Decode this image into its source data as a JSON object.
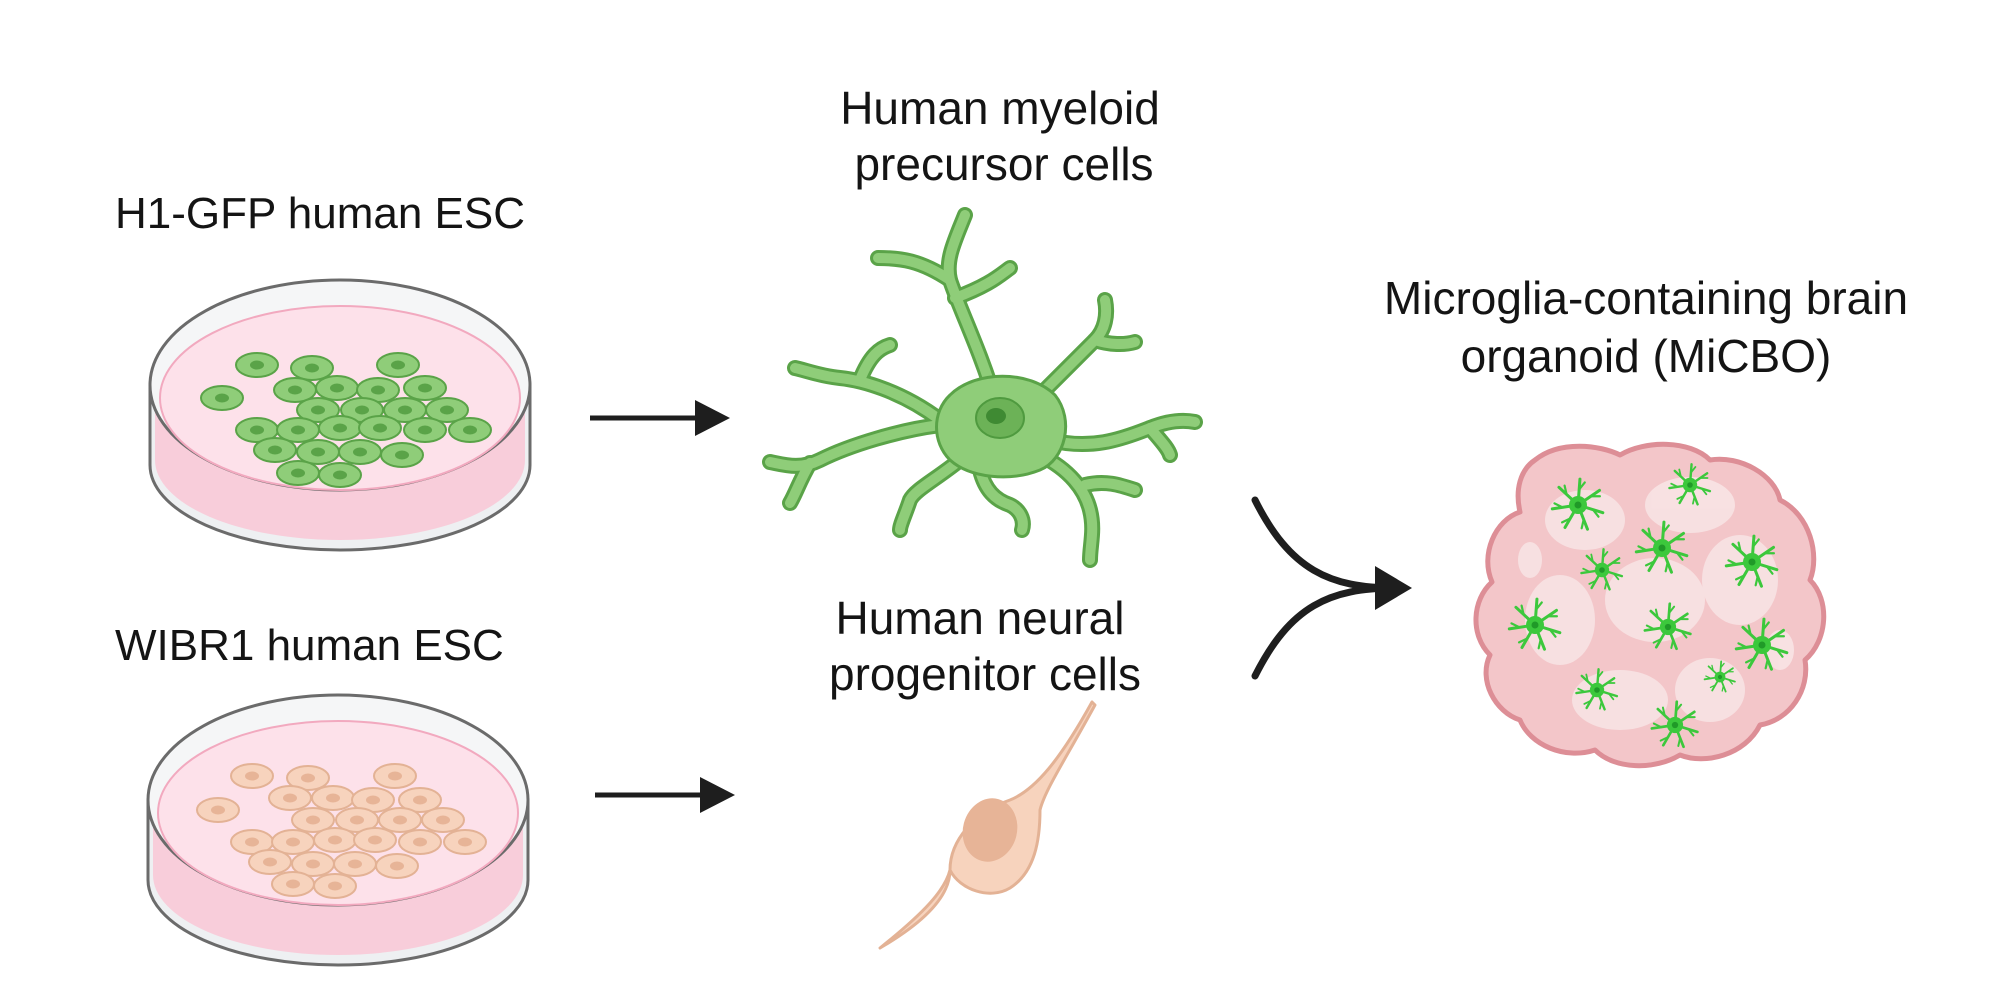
{
  "labels": {
    "dish_top": "H1-GFP human ESC",
    "dish_bottom": "WIBR1 human ESC",
    "myeloid_line1": "Human myeloid",
    "myeloid_line2": "precursor cells",
    "neural_line1": "Human neural",
    "neural_line2": "progenitor cells",
    "organoid_line1": "Microglia-containing brain",
    "organoid_line2": "organoid (MiCBO)"
  },
  "colors": {
    "text": "#141414",
    "arrow": "#1e1e1e",
    "dish_rim": "#6b6b6b",
    "dish_glass": "#eef0f2",
    "medium": "#fde1ea",
    "medium_dark": "#f2a9bf",
    "gfp_cell_fill": "#8fcd79",
    "gfp_cell_stroke": "#5aa348",
    "gfp_nucleus": "#5aa348",
    "wibr_cell_fill": "#f7d3bd",
    "wibr_cell_stroke": "#e3b295",
    "wibr_nucleus": "#e7b497",
    "organoid_fill": "#f3c6c9",
    "organoid_stroke": "#dd8e96",
    "organoid_light": "#f8e3e4",
    "microglia": "#3cc83c",
    "microglia_dark": "#209a28"
  },
  "icons": {
    "dish_top": "petri-dish-icon",
    "dish_bottom": "petri-dish-icon",
    "myeloid": "myeloid-cell-icon",
    "neural": "neural-progenitor-icon",
    "organoid": "brain-organoid-icon"
  }
}
